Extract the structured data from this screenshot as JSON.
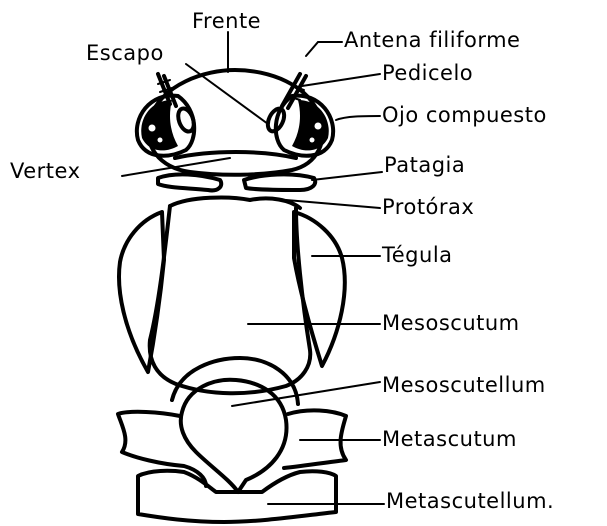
{
  "labels": {
    "frente": "Frente",
    "escapo": "Escapo",
    "antena": "Antena filiforme",
    "pedicelo": "Pedicelo",
    "ojo": "Ojo compuesto",
    "vertex": "Vertex",
    "patagia": "Patagia",
    "protorax": "Protórax",
    "tegula": "Tégula",
    "mesoscutum": "Mesoscutum",
    "mesoscutellum": "Mesoscutellum",
    "metascutum": "Metascutum",
    "metascutellum": "Metascutellum."
  }
}
